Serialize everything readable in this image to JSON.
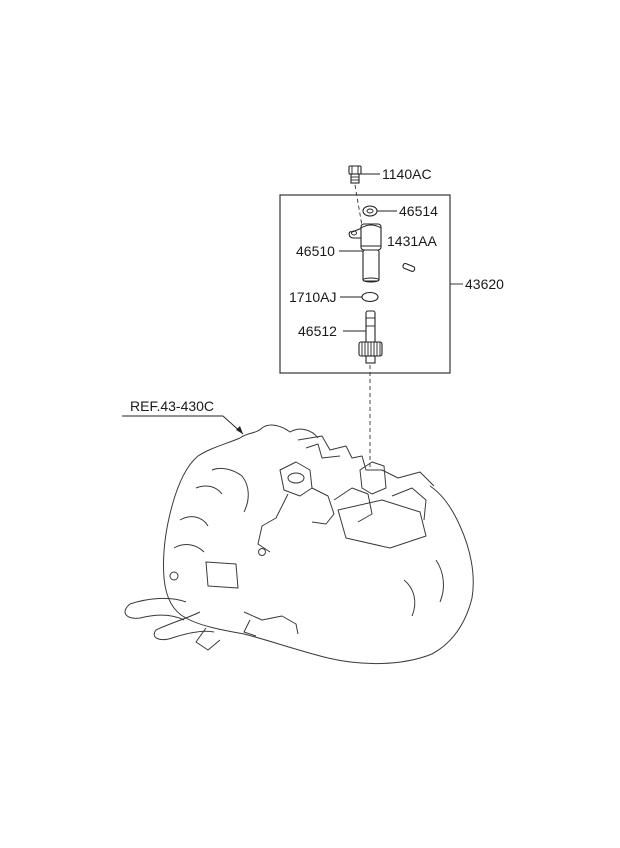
{
  "labels": {
    "bolt": "1140AC",
    "washer": "46514",
    "sensor": "46510",
    "pin": "1431AA",
    "oring": "1710AJ",
    "gear": "46512",
    "assembly": "43620",
    "reference": "REF.43-430C"
  }
}
